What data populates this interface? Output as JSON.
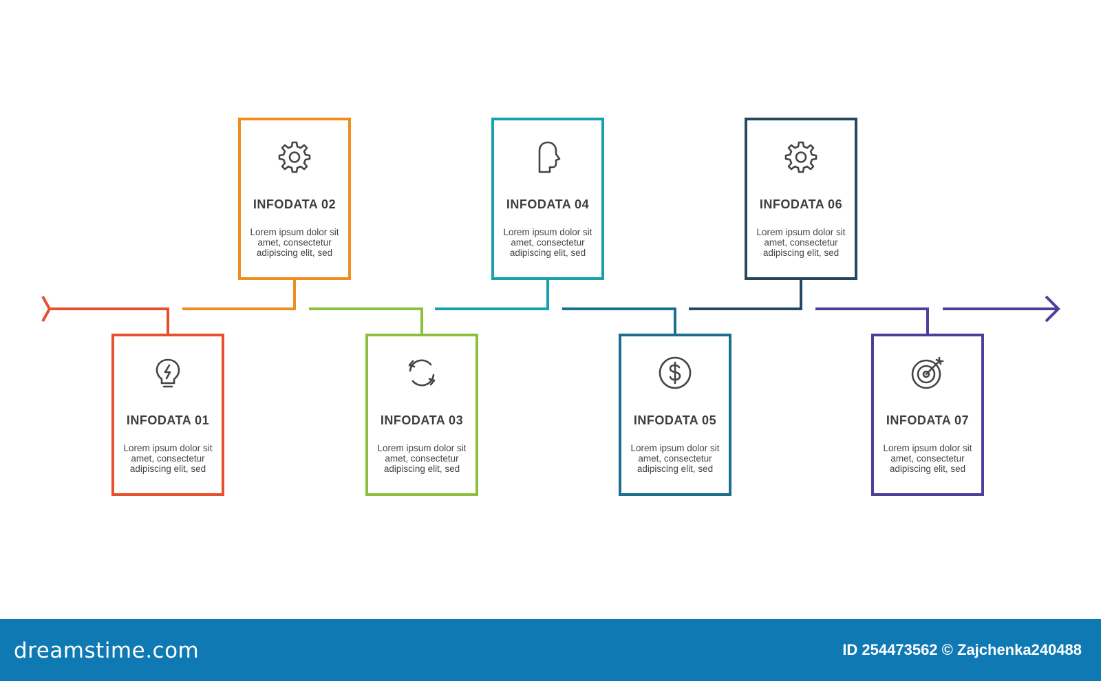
{
  "colors": [
    "#e84f2d",
    "#ee8e1f",
    "#8dbf3f",
    "#17a0ad",
    "#1a6f8f",
    "#27475f",
    "#4b3f9c"
  ],
  "steps": [
    {
      "title": "INFODATA 01",
      "text": "Lorem ipsum dolor sit amet, consectetur adipiscing elit, sed",
      "icon": "lightbulb-icon",
      "position": "bottom"
    },
    {
      "title": "INFODATA 02",
      "text": "Lorem ipsum dolor sit amet, consectetur adipiscing elit, sed",
      "icon": "gear-icon",
      "position": "top"
    },
    {
      "title": "INFODATA 03",
      "text": "Lorem ipsum dolor sit amet, consectetur adipiscing elit, sed",
      "icon": "refresh-icon",
      "position": "bottom"
    },
    {
      "title": "INFODATA 04",
      "text": "Lorem ipsum dolor sit amet, consectetur adipiscing elit, sed",
      "icon": "head-icon",
      "position": "top"
    },
    {
      "title": "INFODATA 05",
      "text": "Lorem ipsum dolor sit amet, consectetur adipiscing elit, sed",
      "icon": "dollar-icon",
      "position": "bottom"
    },
    {
      "title": "INFODATA 06",
      "text": "Lorem ipsum dolor sit amet, consectetur adipiscing elit, sed",
      "icon": "gear-icon",
      "position": "top"
    },
    {
      "title": "INFODATA 07",
      "text": "Lorem ipsum dolor sit amet, consectetur adipiscing elit, sed",
      "icon": "target-icon",
      "position": "bottom"
    }
  ],
  "footer": {
    "brand": "dreamstime.com",
    "credit": "ID 254473562 © Zajchenka240488"
  }
}
